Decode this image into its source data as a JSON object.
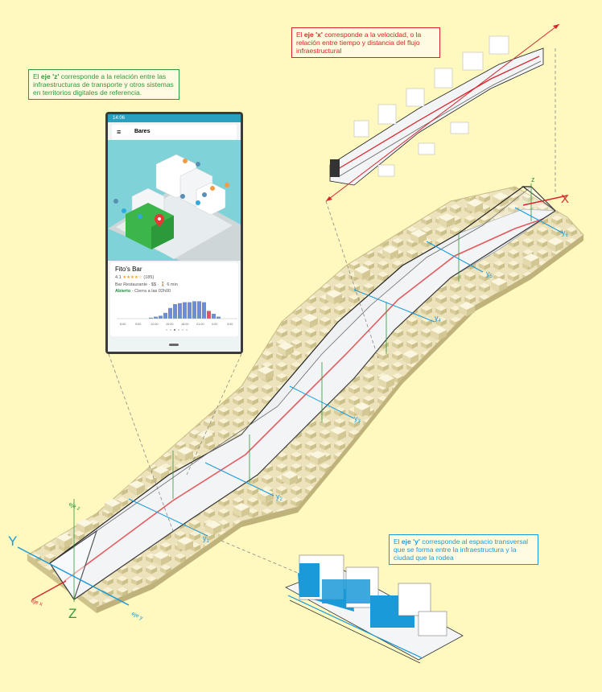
{
  "notes": {
    "x": {
      "prefix": "El ",
      "bold": "eje 'x'",
      "text": " corresponde a la velocidad, o la relación entre tiempo y distancia del flujo infraestructural"
    },
    "z": {
      "prefix": "El ",
      "bold": "eje 'z'",
      "text": " corresponde a la relación entre las infraestructuras de transporte y otros sistemas en territorios digitales de referencia."
    },
    "y": {
      "prefix": "El ",
      "bold": "eje 'y'",
      "text": " corresponde al espacio transversal que se forma entre la infraestructura y la ciudad que la rodea"
    }
  },
  "axes": {
    "x_top": "X",
    "z_top": "z",
    "y_top": "y",
    "y_big": "Y",
    "z_big": "Z",
    "eje_z": "eje z",
    "eje_x": "eje x",
    "eje_y": "eje y",
    "y_marks": [
      "y",
      "y",
      "y",
      "y",
      "y",
      "y"
    ],
    "y_subs": [
      "1",
      "2",
      "3",
      "4",
      "5",
      "6"
    ]
  },
  "phone": {
    "time": "14:06",
    "app_title": "Bares",
    "menu_glyph": "≡",
    "place": "Fito's Bar",
    "rating_value": "4.1",
    "stars": "★★★★☆",
    "reviews": "(185)",
    "category": "Bar Restaurante · $$ · 🚶 6 min",
    "open_label": "Abierto",
    "hours": " · Cierra a las 02h00",
    "hist_labels": [
      "6:00",
      "9:00",
      "12:00",
      "15:00",
      "18:00",
      "21:00",
      "0:00",
      "3:00"
    ],
    "histogram": [
      0.05,
      0.1,
      0.15,
      0.3,
      0.55,
      0.75,
      0.8,
      0.85,
      0.85,
      0.9,
      0.9,
      0.85,
      0.4,
      0.25,
      0.1
    ],
    "highlight_index": 12
  },
  "colors": {
    "x_axis": "#d9262c",
    "y_axis": "#1a9ad8",
    "z_axis": "#2a9a3a",
    "background": "#fff8bf",
    "building": "#efe6c4",
    "highlight_building": "#3cb54a",
    "transverse": "#1a9ad8"
  }
}
